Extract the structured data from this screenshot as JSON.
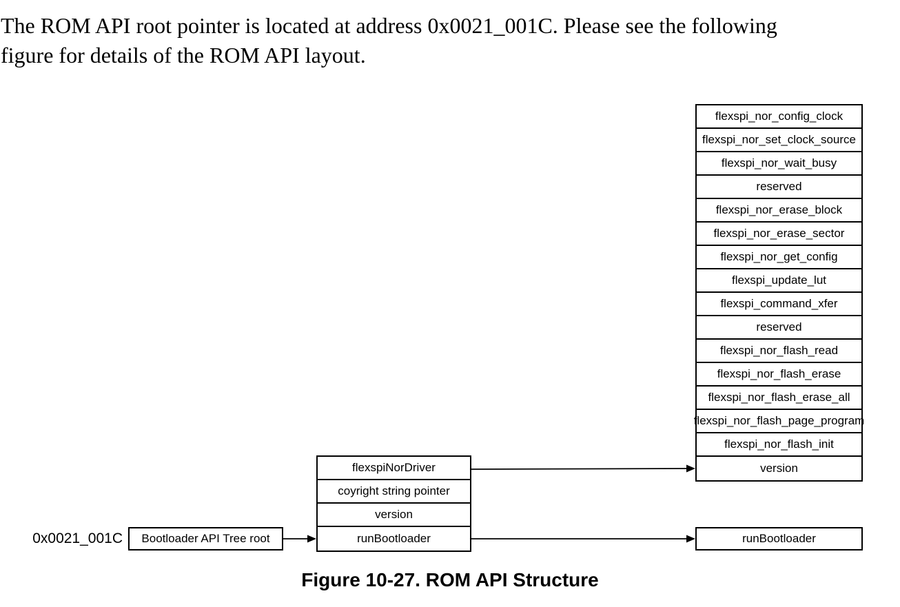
{
  "intro": {
    "lines": [
      "The ROM API root pointer is located at address 0x0021_001C. Please see the following",
      "figure for details of the ROM API layout."
    ]
  },
  "figure": {
    "caption": "Figure 10-27. ROM API Structure",
    "address_label": "0x0021_001C",
    "root_pointer_box": "Bootloader API Tree root",
    "api_tree_table": {
      "rows": [
        "flexspiNorDriver",
        "coyright string pointer",
        "version",
        "runBootloader"
      ]
    },
    "flexspi_driver_table": {
      "rows": [
        "flexspi_nor_config_clock",
        "flexspi_nor_set_clock_source",
        "flexspi_nor_wait_busy",
        "reserved",
        "flexspi_nor_erase_block",
        "flexspi_nor_erase_sector",
        "flexspi_nor_get_config",
        "flexspi_update_lut",
        "flexspi_command_xfer",
        "reserved",
        "flexspi_nor_flash_read",
        "flexspi_nor_flash_erase",
        "flexspi_nor_flash_erase_all",
        "flexspi_nor_flash_page_program",
        "flexspi_nor_flash_init",
        "version"
      ]
    },
    "run_bootloader_box": "runBootloader"
  },
  "colors": {
    "background": "#ffffff",
    "text": "#000000",
    "line": "#000000"
  }
}
